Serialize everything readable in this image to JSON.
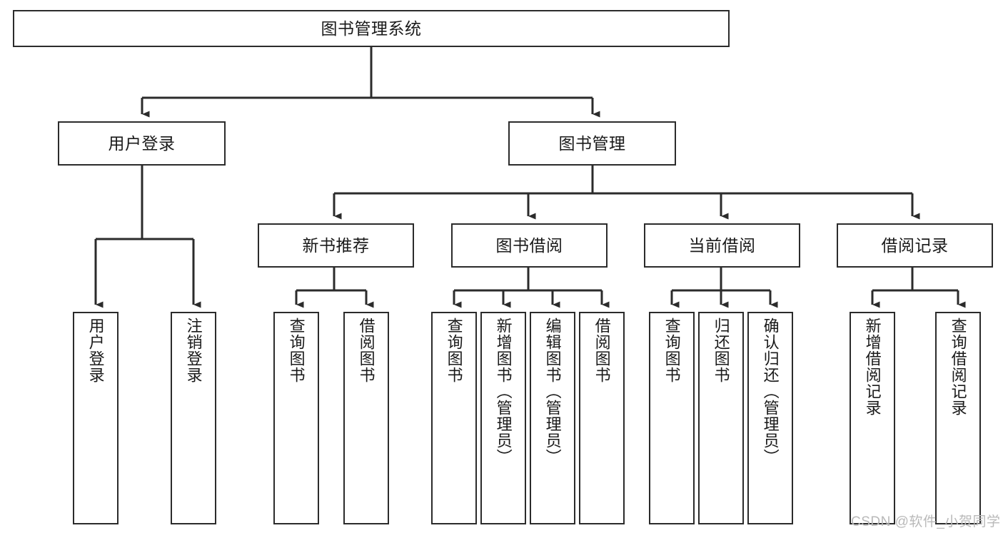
{
  "diagram": {
    "type": "hierarchy-tree",
    "title": "图书管理系统",
    "root": {
      "label": "图书管理系统"
    },
    "level2": [
      {
        "label": "用户登录"
      },
      {
        "label": "图书管理"
      }
    ],
    "level3": [
      {
        "label": "新书推荐"
      },
      {
        "label": "图书借阅"
      },
      {
        "label": "当前借阅"
      },
      {
        "label": "借阅记录"
      }
    ],
    "leaves": {
      "user_login": [
        {
          "label": "用户登录"
        },
        {
          "label": "注销登录"
        }
      ],
      "new_book_recommend": [
        {
          "label": "查询图书"
        },
        {
          "label": "借阅图书"
        }
      ],
      "book_borrow": [
        {
          "label": "查询图书"
        },
        {
          "label": "新增图书（管理员）"
        },
        {
          "label": "编辑图书（管理员）"
        },
        {
          "label": "借阅图书"
        }
      ],
      "current_borrow": [
        {
          "label": "查询图书"
        },
        {
          "label": "归还图书"
        },
        {
          "label": "确认归还（管理员）"
        }
      ],
      "borrow_record": [
        {
          "label": "新增借阅记录"
        },
        {
          "label": "查询借阅记录"
        }
      ]
    }
  },
  "watermark": {
    "text": "CSDN @软件_小贺同学"
  },
  "colors": {
    "stroke": "#2b2b2b",
    "fill": "#ffffff",
    "text": "#1a1a1a",
    "watermark": "#b9b9b9"
  }
}
